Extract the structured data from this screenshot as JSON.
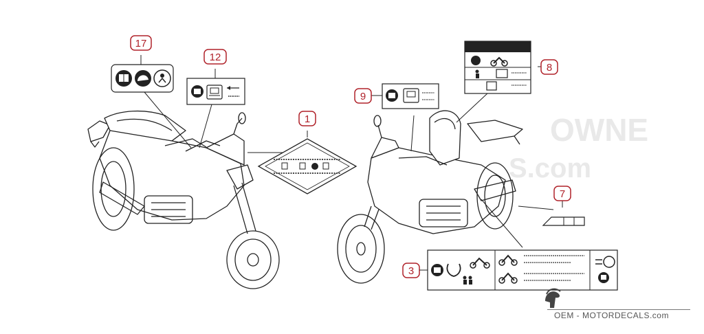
{
  "callouts": {
    "c1": "1",
    "c3": "3",
    "c7": "7",
    "c8": "8",
    "c9": "9",
    "c12": "12",
    "c17": "17"
  },
  "watermark": {
    "fragment_left": "OWNE",
    "fragment_right": "S.com"
  },
  "brand": {
    "text": "OEM - MOTORDECALS.com"
  },
  "colors": {
    "callout": "#b0222a",
    "line_art": "#222222",
    "watermark": "#e9e9e9"
  }
}
